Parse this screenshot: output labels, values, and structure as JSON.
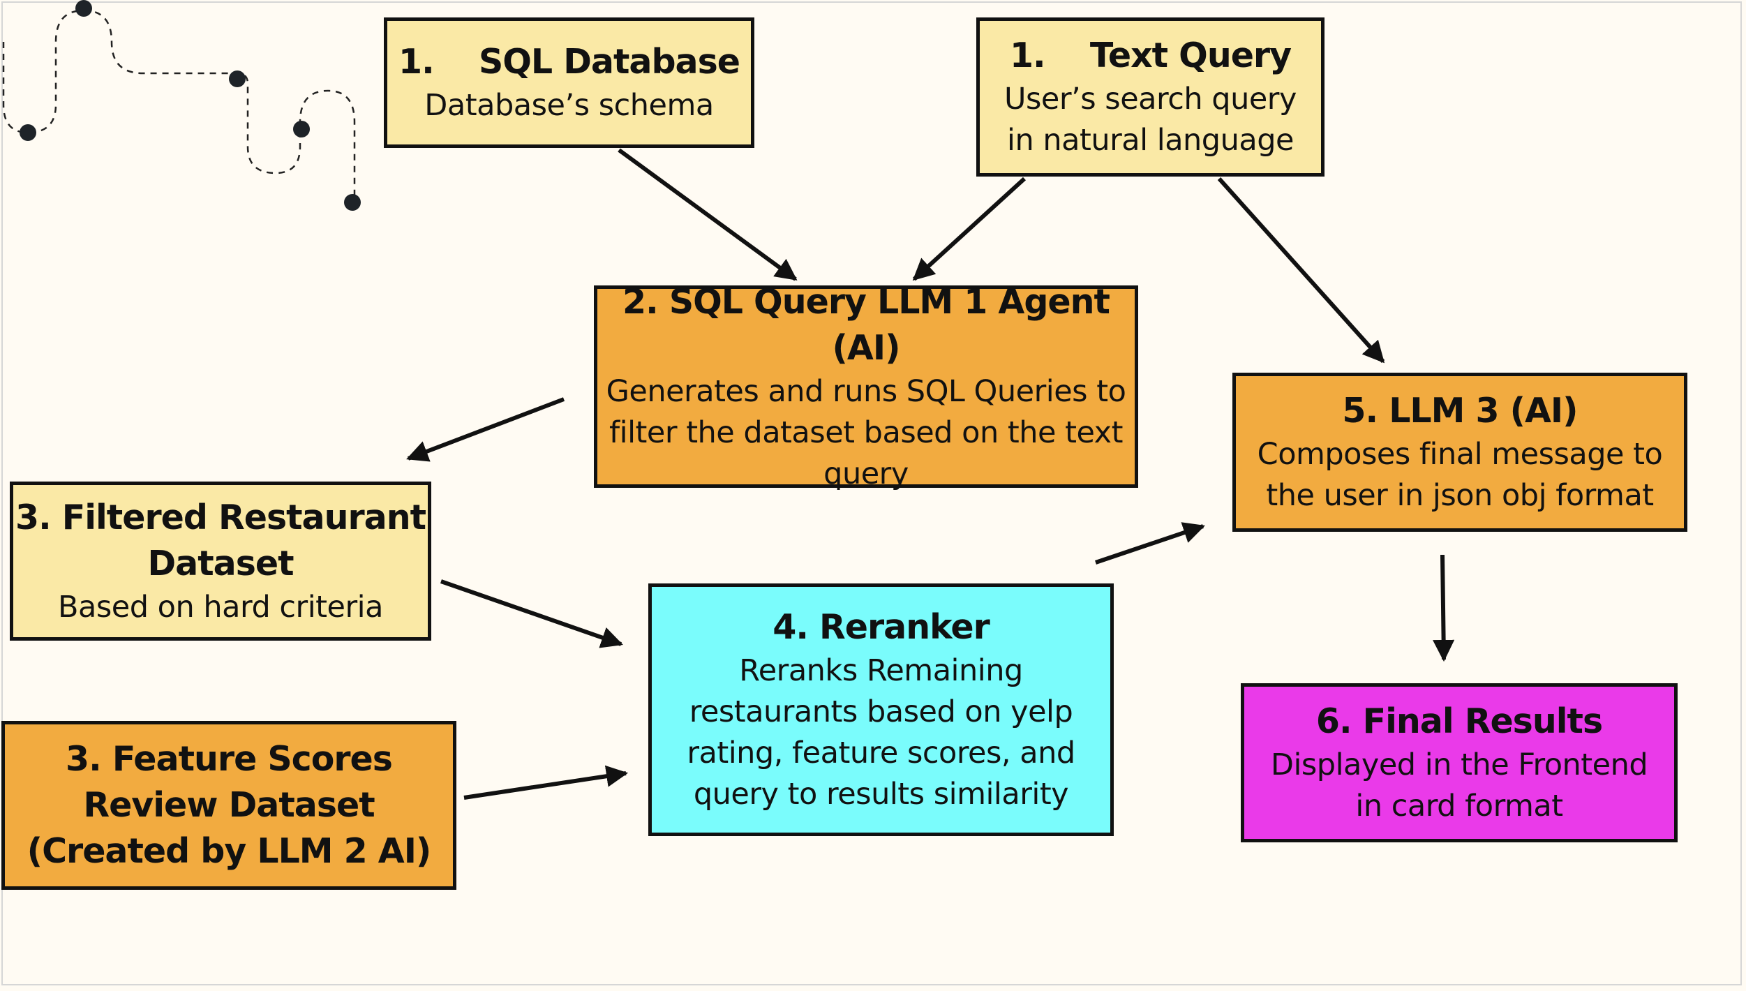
{
  "nodes": {
    "sql_database": {
      "number": "1.",
      "title": "SQL Database",
      "desc": [
        "Database’s schema"
      ]
    },
    "text_query": {
      "number": "1.",
      "title": "Text Query",
      "desc": [
        "User’s search query",
        "in natural language"
      ]
    },
    "sql_agent": {
      "title": "2. SQL Query LLM 1 Agent (AI)",
      "desc": [
        "Generates and runs SQL Queries to",
        "filter the dataset based on the text",
        "query"
      ]
    },
    "filtered_dataset": {
      "title": [
        "3. Filtered Restaurant",
        "Dataset"
      ],
      "desc": [
        "Based on hard criteria"
      ]
    },
    "feature_scores": {
      "title": [
        "3. Feature Scores",
        "Review Dataset",
        "(Created by LLM 2 AI)"
      ]
    },
    "reranker": {
      "title": "4. Reranker",
      "desc": [
        "Reranks Remaining",
        "restaurants based on yelp",
        "rating, feature scores, and",
        "query to results similarity"
      ]
    },
    "llm3": {
      "title": "5. LLM 3 (AI)",
      "desc": [
        "Composes final message to",
        "the user in json obj format"
      ]
    },
    "final_results": {
      "title": "6. Final Results",
      "desc": [
        "Displayed in the Frontend",
        "in card format"
      ]
    }
  },
  "colors": {
    "light_yellow": "#fae9a6",
    "orange": "#f2ab40",
    "cyan": "#7afcfc",
    "magenta": "#ea3ae9",
    "stroke": "#111111",
    "background": "#fffbf3"
  },
  "decoration": {
    "icon": "dotted-path-icon"
  }
}
